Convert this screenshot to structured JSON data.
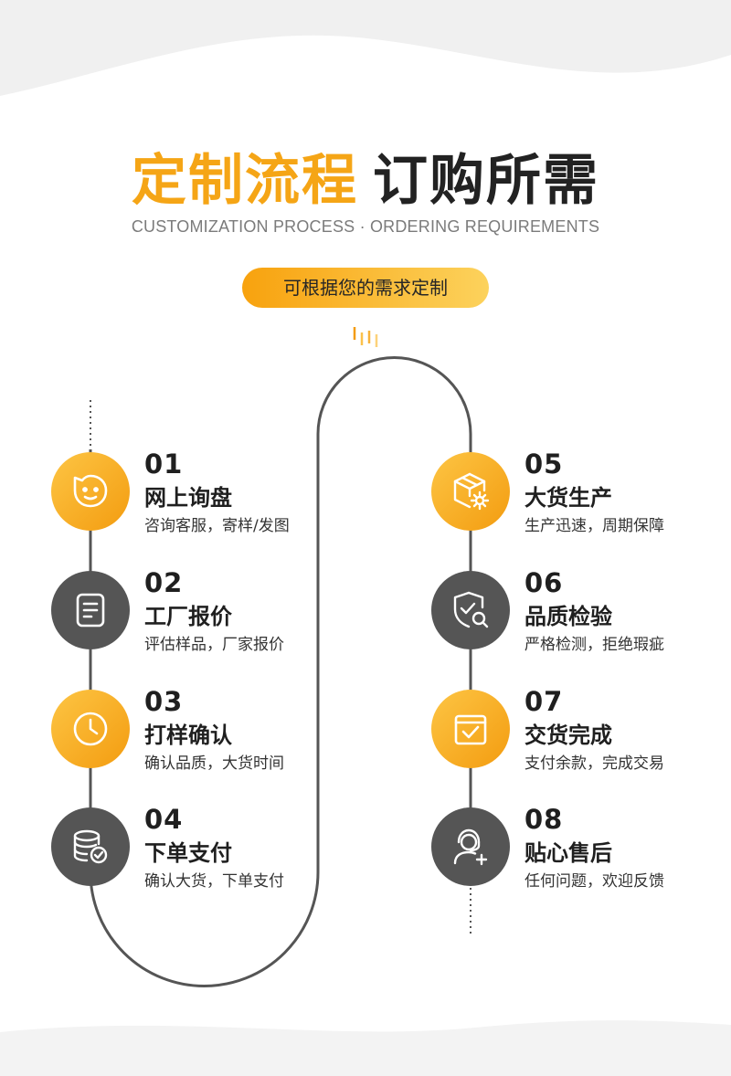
{
  "header": {
    "title_highlight": "定制流程",
    "title_main": "订购所需",
    "subtitle": "CUSTOMIZATION PROCESS · ORDERING REQUIREMENTS",
    "pill_text": "可根据您的需求定制"
  },
  "colors": {
    "accent_orange": "#f5a516",
    "dark_circle": "#555555",
    "text_dark": "#1f1f1f"
  },
  "steps": [
    {
      "num": "01",
      "title": "网上询盘",
      "desc": "咨询客服，寄样/发图",
      "icon": "chat-face-icon",
      "style": "orange"
    },
    {
      "num": "02",
      "title": "工厂报价",
      "desc": "评估样品，厂家报价",
      "icon": "document-icon",
      "style": "dark"
    },
    {
      "num": "03",
      "title": "打样确认",
      "desc": "确认品质，大货时间",
      "icon": "clock-icon",
      "style": "orange"
    },
    {
      "num": "04",
      "title": "下单支付",
      "desc": "确认大货，下单支付",
      "icon": "coins-check-icon",
      "style": "dark"
    },
    {
      "num": "05",
      "title": "大货生产",
      "desc": "生产迅速，周期保障",
      "icon": "box-gear-icon",
      "style": "orange"
    },
    {
      "num": "06",
      "title": "品质检验",
      "desc": "严格检测，拒绝瑕疵",
      "icon": "shield-search-icon",
      "style": "dark"
    },
    {
      "num": "07",
      "title": "交货完成",
      "desc": "支付余款，完成交易",
      "icon": "box-check-icon",
      "style": "orange"
    },
    {
      "num": "08",
      "title": "贴心售后",
      "desc": "任何问题，欢迎反馈",
      "icon": "headset-support-icon",
      "style": "dark"
    }
  ]
}
